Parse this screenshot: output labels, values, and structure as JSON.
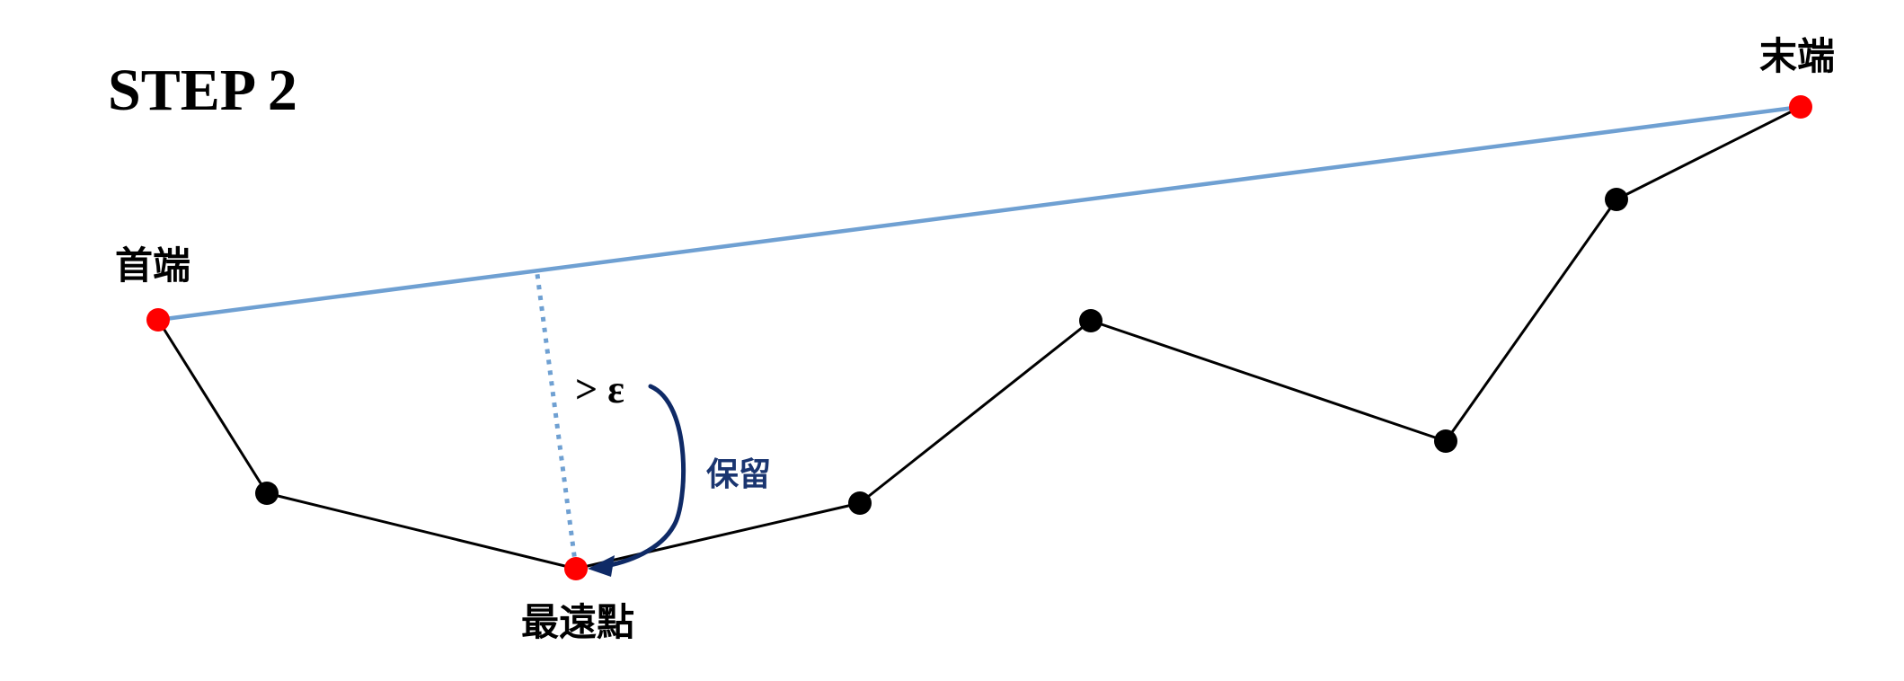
{
  "title": "STEP 2",
  "labels": {
    "start": "首端",
    "end": "末端",
    "farthest": "最遠點",
    "threshold": "> ε",
    "keep": "保留"
  },
  "points": [
    {
      "id": "start",
      "role": "endpoint"
    },
    {
      "id": "p1",
      "role": "vertex"
    },
    {
      "id": "farthest",
      "role": "farthest"
    },
    {
      "id": "p3",
      "role": "vertex"
    },
    {
      "id": "p4",
      "role": "vertex"
    },
    {
      "id": "p5",
      "role": "vertex"
    },
    {
      "id": "p6",
      "role": "vertex"
    },
    {
      "id": "end",
      "role": "endpoint"
    }
  ],
  "colors": {
    "endpoint": "#ff0000",
    "farthest": "#ff0000",
    "vertex": "#000000",
    "polyline": "#000000",
    "chord": "#6fa0d2",
    "distance": "#6fa0d2",
    "arrow": "#0f2a66",
    "keep_text": "#1a3570",
    "text": "#000000"
  }
}
